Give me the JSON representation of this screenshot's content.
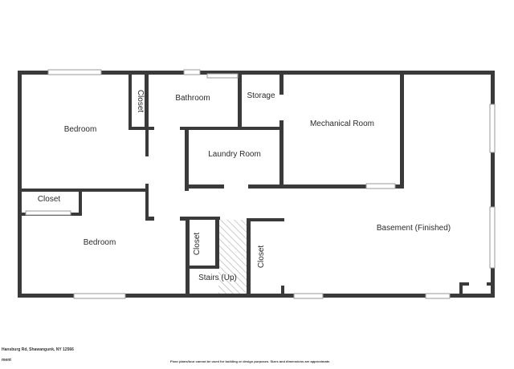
{
  "rooms": {
    "bedroom_top": "Bedroom",
    "closet_top": "Closet",
    "bathroom": "Bathroom",
    "storage": "Storage",
    "mechanical": "Mechanical Room",
    "laundry": "Laundry Room",
    "closet_left": "Closet",
    "bedroom_bottom": "Bedroom",
    "basement": "Basement (Finished)",
    "closet_stairs": "Closet",
    "closet_right": "Closet",
    "stairs": "Stairs (Up)"
  },
  "footer": {
    "address": "Hansburg Rd, Shawangunk, NY 12566",
    "address_cont": "ment",
    "disclaimer": "Floor plans/tour cannot be used for building or design purposes. Sizes and dimensions are approximate."
  }
}
